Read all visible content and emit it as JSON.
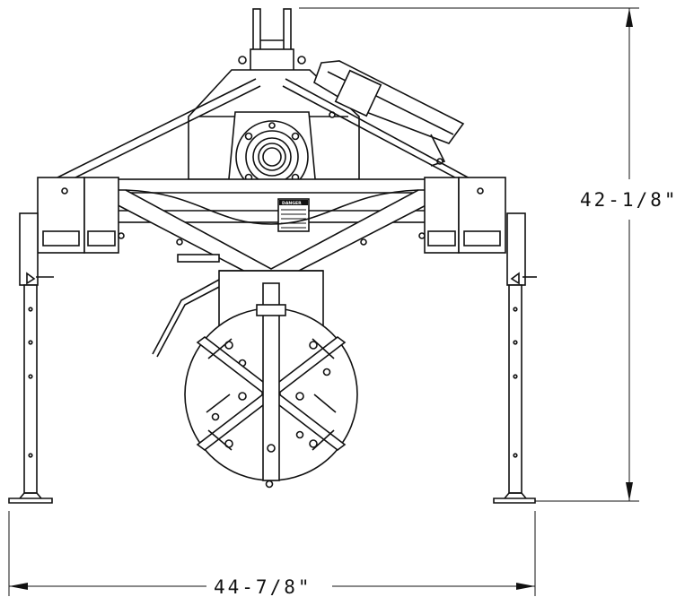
{
  "dimensions": {
    "height_label": "42-1/8\"",
    "width_label": "44-7/8\""
  },
  "decal": {
    "title": "DANGER"
  },
  "colors": {
    "line": "#111111",
    "background": "#ffffff"
  }
}
